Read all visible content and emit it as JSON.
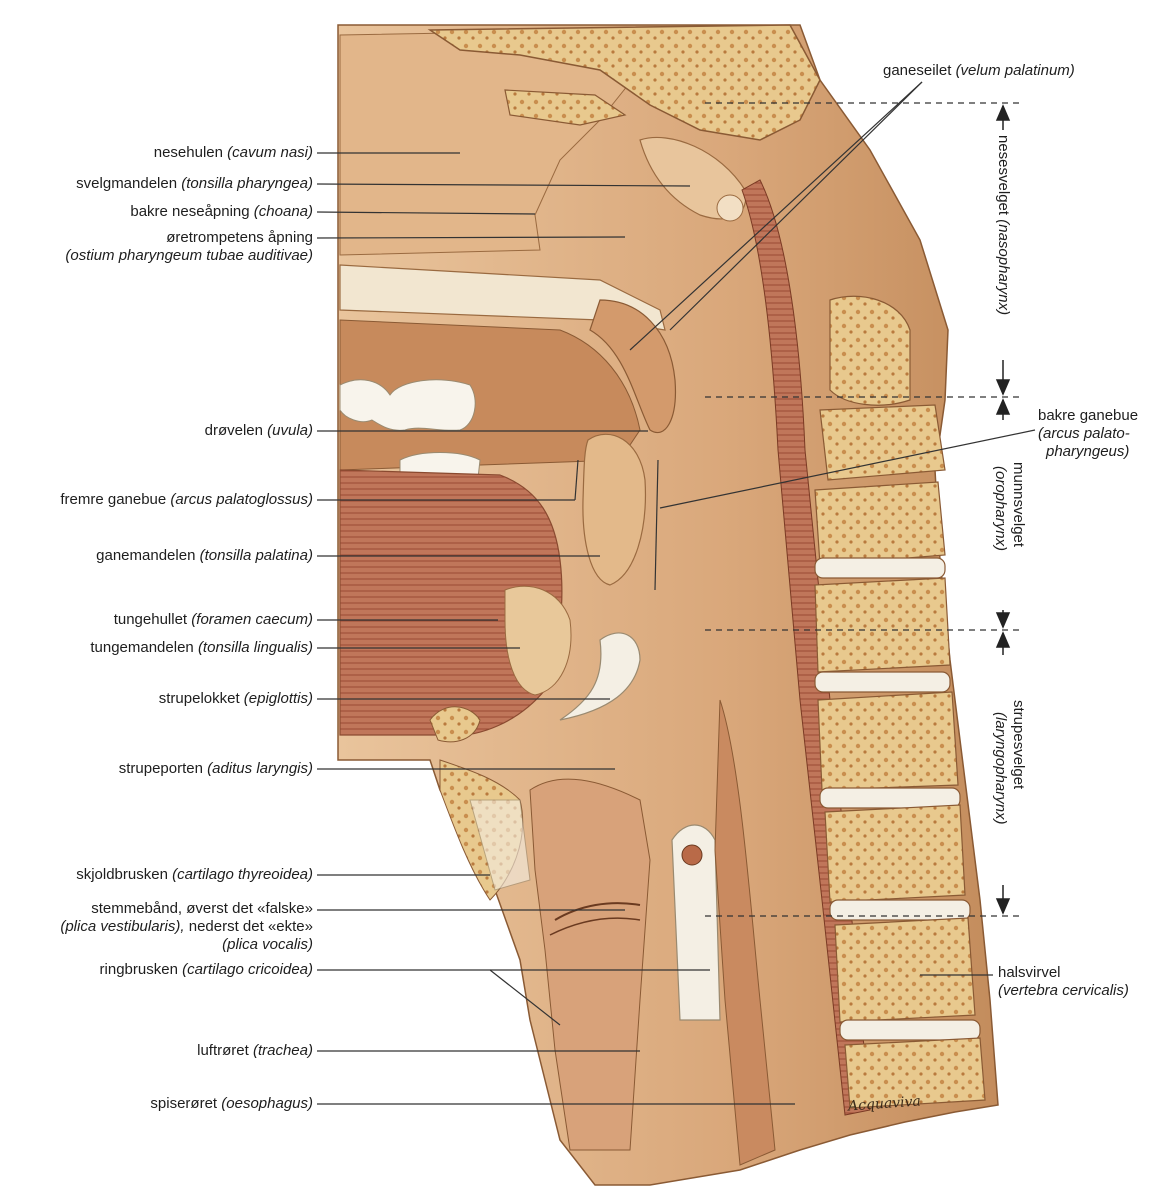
{
  "colors": {
    "tissue": "#d9a77a",
    "tissue_dark": "#b8814f",
    "tissue_light": "#ecc8a0",
    "bone": "#e8c98e",
    "bone_dot": "#c98e4e",
    "cartilage": "#f4efe4",
    "muscle": "#a0503a",
    "line": "#333333"
  },
  "labels_left": [
    {
      "name": "nesehulen",
      "latin": "(cavum nasi)"
    },
    {
      "name": "svelgmandelen",
      "latin": "(tonsilla pharyngea)"
    },
    {
      "name": "bakre neseåpning",
      "latin": "(choana)"
    },
    {
      "name": "øretrompetens åpning",
      "latin": "(ostium pharyngeum tubae auditivae)"
    },
    {
      "name": "drøvelen",
      "latin": "(uvula)"
    },
    {
      "name": "fremre ganebue",
      "latin": "(arcus palatoglossus)"
    },
    {
      "name": "ganemandelen",
      "latin": "(tonsilla palatina)"
    },
    {
      "name": "tungehullet",
      "latin": "(foramen caecum)"
    },
    {
      "name": "tungemandelen",
      "latin": "(tonsilla lingualis)"
    },
    {
      "name": "strupelokket",
      "latin": "(epiglottis)"
    },
    {
      "name": "strupeporten",
      "latin": "(aditus laryngis)"
    },
    {
      "name": "skjoldbrusken",
      "latin": "(cartilago thyreoidea)"
    },
    {
      "name": "ringbrusken",
      "latin": "(cartilago cricoidea)"
    },
    {
      "name": "luftrøret",
      "latin": "(trachea)"
    },
    {
      "name": "spiserøret",
      "latin": "(oesophagus)"
    }
  ],
  "stemmebaand": {
    "line1": "stemmebånd, øverst det «falske»",
    "line2_latin": "(plica vestibularis),",
    "line2_rest": "  nederst det «ekte»",
    "line3_latin": "(plica vocalis)"
  },
  "labels_right": {
    "ganeseilet": {
      "name": "ganeseilet",
      "latin": "(velum palatinum)"
    },
    "bakre_ganebue": {
      "name": "bakre ganebue",
      "latin1": "(arcus palato-",
      "latin2": "pharyngeus)"
    },
    "halsvirvel": {
      "name": "halsvirvel",
      "latin": "(vertebra cervicalis)"
    }
  },
  "regions": [
    {
      "name": "nesesvelget",
      "latin": "(nasopharynx)"
    },
    {
      "name": "munnsvelget",
      "latin": "(oropharynx)"
    },
    {
      "name": "strupesvelget",
      "latin": "(laryngopharynx)"
    }
  ],
  "signature": "Acquaviva"
}
